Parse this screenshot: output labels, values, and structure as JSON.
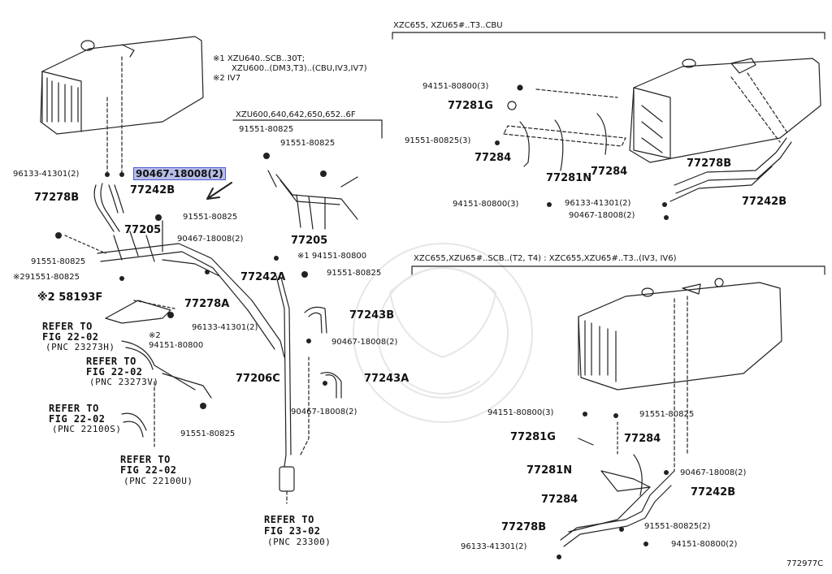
{
  "notes": {
    "note1": "※1 XZU640..SCB..30T;",
    "note1b": "XZU600..(DM3,T3)..(CBU,IV3,IV7)",
    "note2": "※2 IV7"
  },
  "sections": {
    "top_left": "XZU600,640,642,650,652..6F",
    "top_right": "XZC655, XZU65#..T3..CBU",
    "bottom_right": "XZC655,XZU65#..SCB..(T2, T4) : XZC655,XZU65#..T3..(IV3, IV6)"
  },
  "left": {
    "p96133": "96133-41301(2)",
    "p90467_sel": "90467-18008(2)",
    "p77278B": "77278B",
    "p77242B": "77242B",
    "p91551_a": "91551-80825",
    "p77205": "77205",
    "p90467_b": "90467-18008(2)",
    "p91551_b": "91551-80825",
    "p91551_c": "※291551-80825",
    "p77242A": "77242A",
    "p58193F": "※2 58193F",
    "p77278A": "77278A",
    "p96133_b": "96133-41301(2)",
    "note2s": "※2",
    "p94151": "94151-80800",
    "p77206C": "77206C",
    "p91551_d": "91551-80825",
    "ref1_a": "REFER TO",
    "ref1_b": "FIG 22-02",
    "ref1_c": "(PNC 23273H)",
    "ref2_a": "REFER TO",
    "ref2_b": "FIG 22-02",
    "ref2_c": "(PNC 23273V)",
    "ref3_a": "REFER TO",
    "ref3_b": "FIG 22-02",
    "ref3_c": "(PNC 22100S)",
    "ref4_a": "REFER TO",
    "ref4_b": "FIG 22-02",
    "ref4_c": "(PNC 22100U)"
  },
  "center": {
    "p91551_e": "91551-80825",
    "p91551_f": "91551-80825",
    "p77205b": "77205",
    "p94151_b": "※1 94151-80800",
    "p91551_g": "91551-80825",
    "p77243B": "77243B",
    "p90467_c": "90467-18008(2)",
    "p77243A": "77243A",
    "p90467_d": "90467-18008(2)",
    "ref5_a": "REFER TO",
    "ref5_b": "FIG 23-02",
    "ref5_c": "(PNC 23300)"
  },
  "right_top": {
    "p94151": "94151-80800(3)",
    "p77281G": "77281G",
    "p91551": "91551-80825(3)",
    "p77284a": "77284",
    "p77281N": "77281N",
    "p77284b": "77284",
    "p94151b": "94151-80800(3)",
    "p77278B": "77278B",
    "p96133": "96133-41301(2)",
    "p90467": "90467-18008(2)",
    "p77242B": "77242B"
  },
  "right_bottom": {
    "p94151": "94151-80800(3)",
    "p91551": "91551-80825",
    "p77281G": "77281G",
    "p77284a": "77284",
    "p77281N": "77281N",
    "p90467": "90467-18008(2)",
    "p77284b": "77284",
    "p77242B": "77242B",
    "p77278B": "77278B",
    "p91551b": "91551-80825(2)",
    "p96133": "96133-41301(2)",
    "p94151b": "94151-80800(2)"
  },
  "figure_id": "772977C"
}
